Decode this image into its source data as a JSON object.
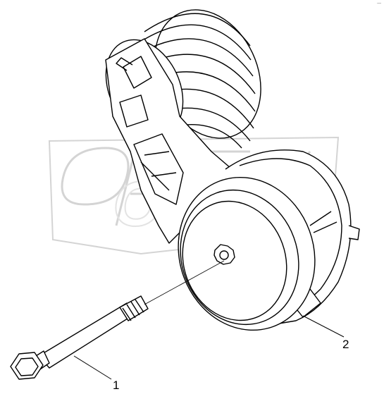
{
  "diagram": {
    "callouts": [
      {
        "id": "1",
        "label": "1"
      },
      {
        "id": "2",
        "label": "2"
      }
    ],
    "watermark": {
      "text": "OPEX"
    },
    "corner_mark": "·—"
  }
}
